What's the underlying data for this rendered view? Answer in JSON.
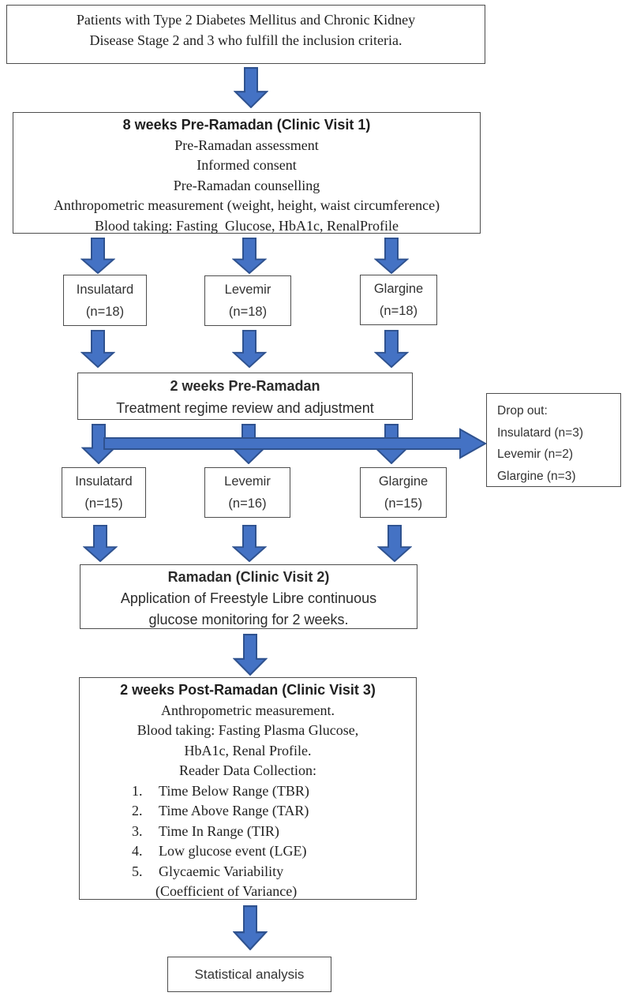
{
  "colors": {
    "arrow_fill": "#4472C4",
    "arrow_border": "#2F528F",
    "box_border": "#4d4d4d",
    "background": "#ffffff",
    "text": "#1f1f1f"
  },
  "nodes": {
    "patients": {
      "lines": [
        "Patients with Type 2 Diabetes Mellitus and Chronic Kidney",
        "Disease Stage 2 and 3 who fulfill the inclusion criteria."
      ]
    },
    "visit1": {
      "title": "8 weeks Pre-Ramadan (Clinic Visit 1)",
      "lines": [
        "Pre-Ramadan assessment",
        "Informed consent",
        "Pre-Ramadan counselling",
        "Anthropometric measurement (weight, height, waist circumference)",
        "Blood taking: Fasting  Glucose, HbA1c, RenalProfile"
      ]
    },
    "arms_initial": [
      {
        "name": "Insulatard",
        "n": "(n=18)"
      },
      {
        "name": "Levemir",
        "n": "(n=18)"
      },
      {
        "name": "Glargine",
        "n": "(n=18)"
      }
    ],
    "pre_ramadan": {
      "title": "2 weeks Pre-Ramadan",
      "line": "Treatment regime review and adjustment"
    },
    "dropout": {
      "lines": [
        "Drop out:",
        "Insulatard (n=3)",
        "Levemir (n=2)",
        "Glargine (n=3)"
      ]
    },
    "arms_after": [
      {
        "name": "Insulatard",
        "n": "(n=15)"
      },
      {
        "name": "Levemir",
        "n": "(n=16)"
      },
      {
        "name": "Glargine",
        "n": "(n=15)"
      }
    ],
    "visit2": {
      "title": "Ramadan (Clinic Visit 2)",
      "lines": [
        "Application of Freestyle Libre continuous",
        "glucose monitoring for 2 weeks."
      ]
    },
    "visit3": {
      "title": "2 weeks Post-Ramadan (Clinic Visit 3)",
      "lines": [
        "Anthropometric measurement.",
        "Blood taking: Fasting Plasma Glucose,",
        "HbA1c, Renal Profile.",
        "Reader Data Collection:"
      ],
      "items": [
        {
          "num": "1.",
          "lines": [
            "Time Below Range (TBR)"
          ]
        },
        {
          "num": "2.",
          "lines": [
            "Time Above Range (TAR)"
          ]
        },
        {
          "num": "3.",
          "lines": [
            "Time In Range (TIR)"
          ]
        },
        {
          "num": "4.",
          "lines": [
            "Low glucose event (LGE)"
          ]
        },
        {
          "num": "5.",
          "lines": [
            "Glycaemic Variability",
            "(Coefficient of Variance)"
          ]
        }
      ]
    },
    "statistical": {
      "label": "Statistical analysis"
    }
  }
}
